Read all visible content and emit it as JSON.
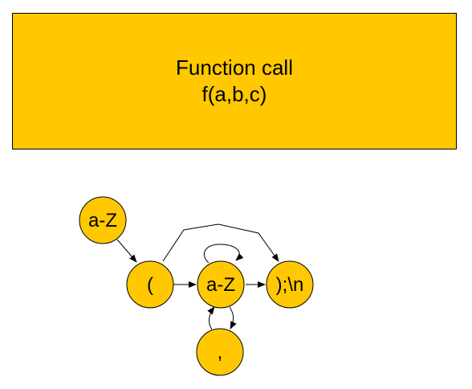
{
  "title": {
    "line1": "Function call",
    "line2": "f(a,b,c)"
  },
  "nodes": {
    "start": "a-Z",
    "open_paren": "(",
    "identifier": "a-Z",
    "end": ");\\n",
    "comma": ","
  },
  "colors": {
    "fill": "#FFC800",
    "stroke": "#000000"
  }
}
